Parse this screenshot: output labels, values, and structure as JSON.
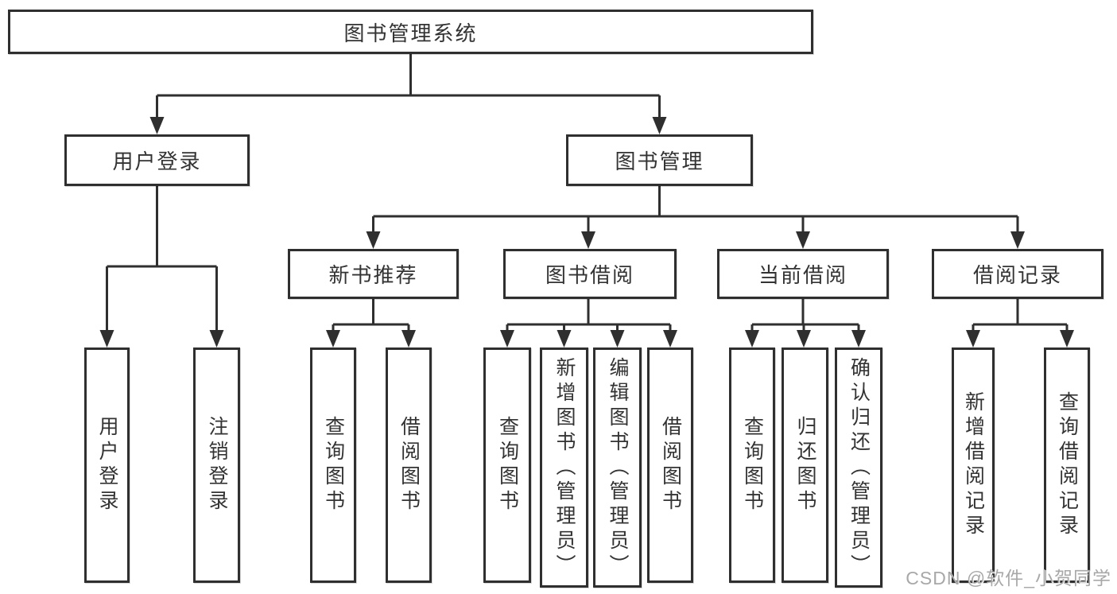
{
  "diagram": {
    "root": {
      "label": "图书管理系统",
      "children": [
        {
          "label": "用户登录",
          "children": [
            {
              "label": "用户登录"
            },
            {
              "label": "注销登录"
            }
          ]
        },
        {
          "label": "图书管理",
          "children": [
            {
              "label": "新书推荐",
              "children": [
                {
                  "label": "查询图书"
                },
                {
                  "label": "借阅图书"
                }
              ]
            },
            {
              "label": "图书借阅",
              "children": [
                {
                  "label": "查询图书"
                },
                {
                  "label": "新增图书（管理员）"
                },
                {
                  "label": "编辑图书（管理员）"
                },
                {
                  "label": "借阅图书"
                }
              ]
            },
            {
              "label": "当前借阅",
              "children": [
                {
                  "label": "查询图书"
                },
                {
                  "label": "归还图书"
                },
                {
                  "label": "确认归还（管理员）"
                }
              ]
            },
            {
              "label": "借阅记录",
              "children": [
                {
                  "label": "新增借阅记录"
                },
                {
                  "label": "查询借阅记录"
                }
              ]
            }
          ]
        }
      ]
    },
    "watermark": "CSDN @软件_小贺同学",
    "colors": {
      "line": "#2f2f2f",
      "box_border": "#2f2f2f",
      "box_fill": "#ffffff",
      "text": "#333333",
      "watermark": "#a8a8a8",
      "background": "#ffffff"
    }
  }
}
